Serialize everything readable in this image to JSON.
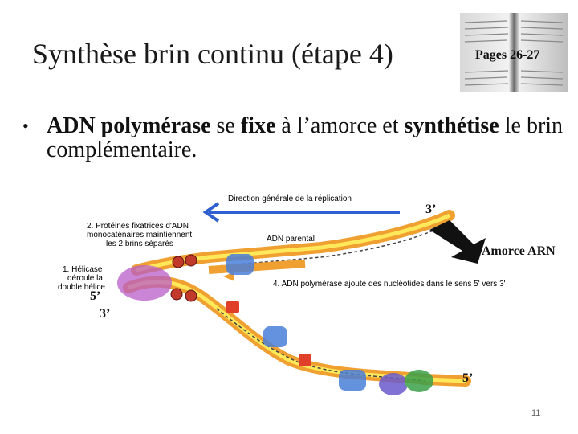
{
  "slide": {
    "title": "Synthèse brin continu (étape 4)",
    "pages_label": "Pages 26-27",
    "bullet": {
      "part1": "ADN polymérase",
      "part2": " se ",
      "part3": "fixe",
      "part4": " à l’amorce et ",
      "part5": "synthétise",
      "part6": " le brin complémentaire."
    },
    "page_number": "11"
  },
  "diagram": {
    "direction_label": "Direction générale de la réplication",
    "proteins_label_1": "2. Protéines fixatrices d'ADN",
    "proteins_label_2": "monocaténaires maintiennent",
    "proteins_label_3": "les 2 brins séparés",
    "helicase_label_1": "1. Hélicase",
    "helicase_label_2": "déroule la",
    "helicase_label_3": "double hélice",
    "parental_label": "ADN parental",
    "polymerase_label": "4. ADN polymérase ajoute des nucléotides dans le sens 5' vers 3'",
    "end_3_top": "3’",
    "primer_label": "Amorce ARN",
    "end_5_left": "5’",
    "end_3_left": "3’",
    "end_5_bottom": "5’"
  },
  "colors": {
    "strand_orange": "#f0a030",
    "strand_yellow": "#ffe85a",
    "arrow_blue": "#2f5fd0",
    "helicase_purple": "#b85cc8",
    "polymerase_blue": "#4a7fd8",
    "ssb_red": "#c0392b"
  }
}
